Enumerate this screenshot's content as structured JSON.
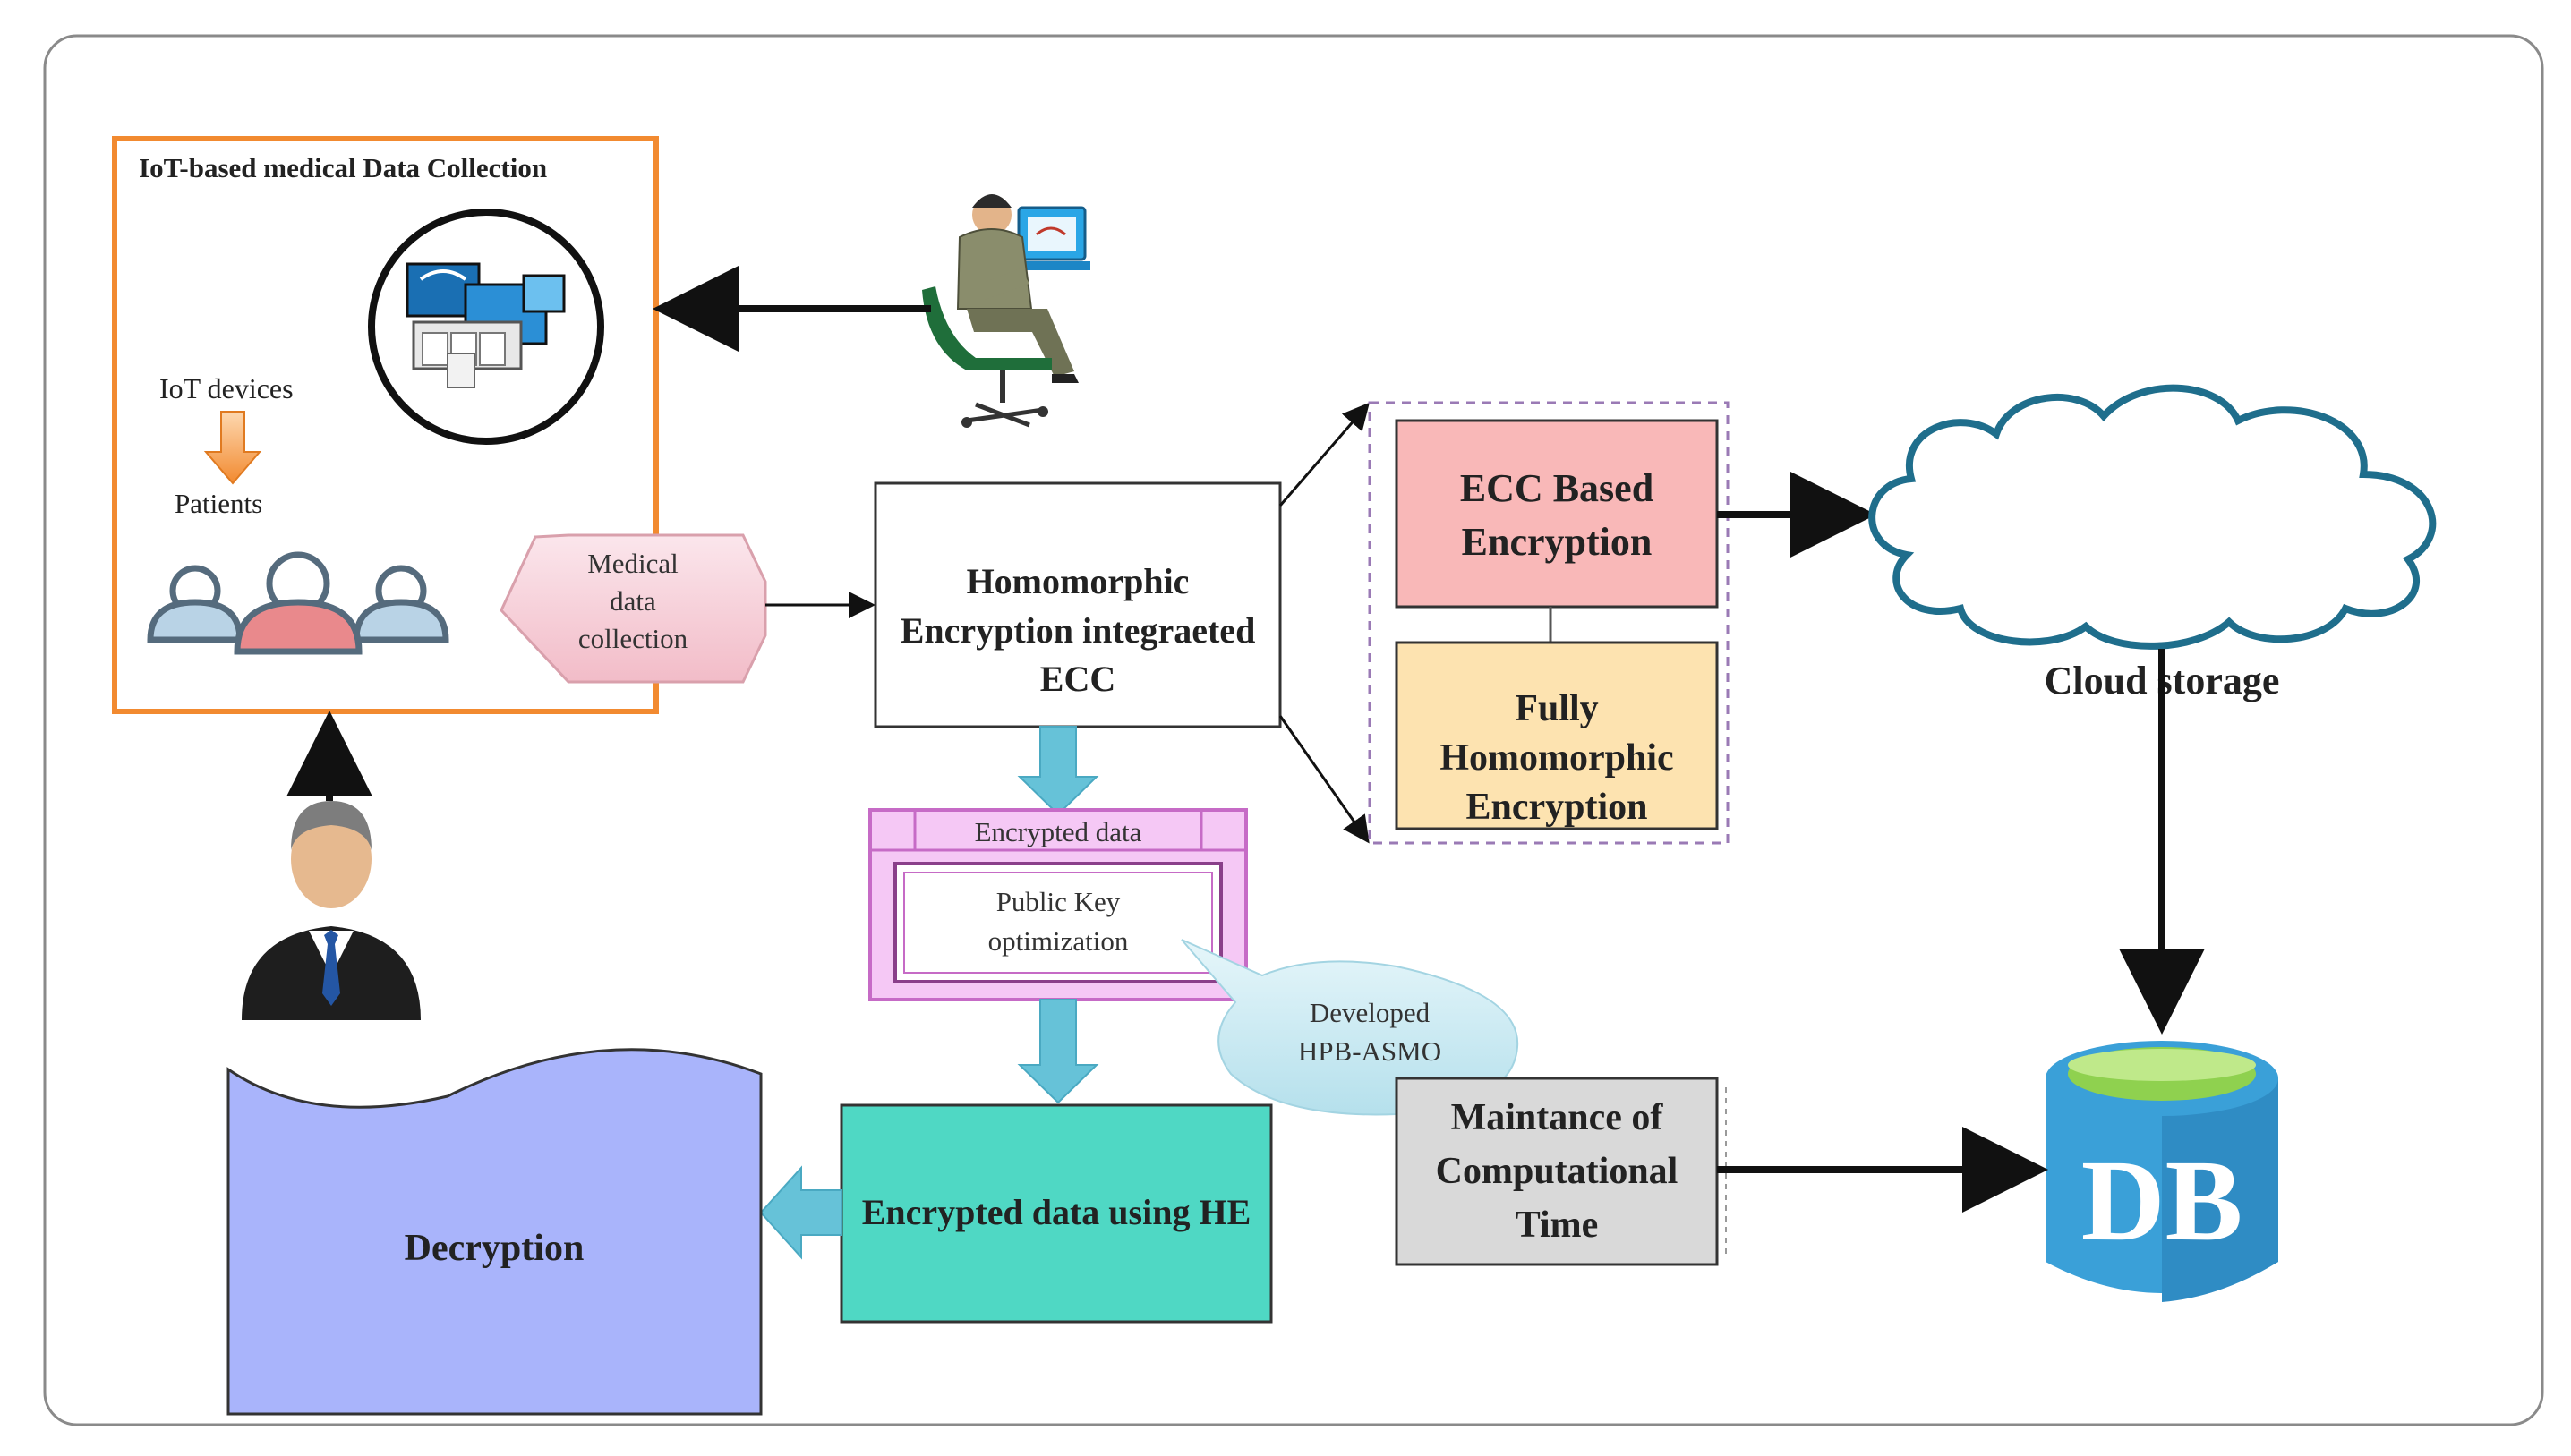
{
  "iot_panel": {
    "title": "IoT-based medical Data Collection",
    "devices_label": "IoT devices",
    "patients_label": "Patients"
  },
  "medical_collection": {
    "lines": [
      "Medical",
      "data",
      "collection"
    ]
  },
  "he_ecc": {
    "lines": [
      "Homomorphic",
      "Encryption integraeted",
      "ECC"
    ]
  },
  "ecc_box": {
    "lines": [
      "ECC Based",
      "Encryption"
    ]
  },
  "fhe_box": {
    "lines": [
      "Fully",
      "Homomorphic",
      "Encryption"
    ]
  },
  "cloud": {
    "label": "Cloud storage"
  },
  "encrypted_block": {
    "header": "Encrypted data",
    "inner_lines": [
      "Public Key",
      "optimization"
    ]
  },
  "developed": {
    "lines": [
      "Developed",
      "HPB-ASMO"
    ]
  },
  "maintance": {
    "lines": [
      "Maintance of",
      "Computational",
      "Time"
    ]
  },
  "encrypted_he": {
    "label": "Encrypted data using HE"
  },
  "decryption": {
    "label": "Decryption"
  },
  "db": {
    "label": "DB"
  },
  "colors": {
    "iot_border": "#f28a30",
    "ecc_fill": "#f9b8b8",
    "fhe_fill": "#fde3b0",
    "he_box_fill": "#4fd8c4",
    "decryption_fill": "#a9b4fb",
    "encrypted_outer": "#f5c8f5",
    "encrypted_border": "#c66bc6",
    "maintance_fill": "#d9d9d9",
    "cloud_stroke": "#1f6e8c",
    "db_blue": "#3aa0d8",
    "db_top": "#8fd14f",
    "arrow_blue": "#66c2d8"
  }
}
